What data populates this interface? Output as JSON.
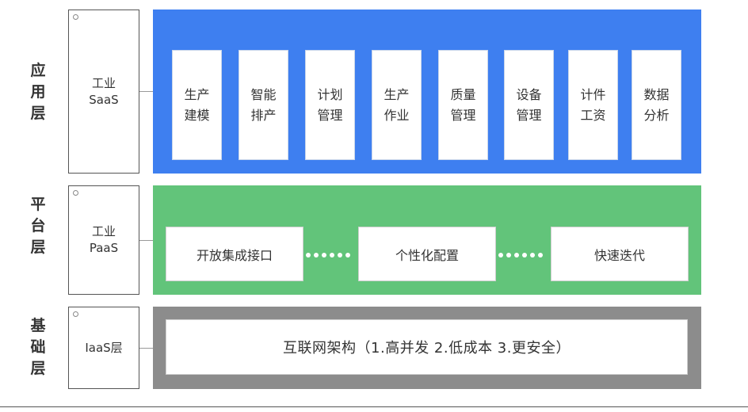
{
  "layers": [
    {
      "label": "应\n用\n层",
      "tier": "工业\nSaaS",
      "modules": [
        "生产\n建模",
        "智能\n排产",
        "计划\n管理",
        "生产\n作业",
        "质量\n管理",
        "设备\n管理",
        "计件\n工资",
        "数据\n分析"
      ]
    },
    {
      "label": "平\n台\n层",
      "tier": "工业\nPaaS",
      "modules": [
        "开放集成接口",
        "个性化配置",
        "快速迭代"
      ]
    },
    {
      "label": "基\n础\n层",
      "tier": "IaaS层",
      "description": "互联网架构（1.高并发  2.低成本  3.更安全）"
    }
  ],
  "colors": {
    "saas_band": "#3e7ff0",
    "paas_band": "#62c47a",
    "iaas_band": "#8c8c8c"
  }
}
